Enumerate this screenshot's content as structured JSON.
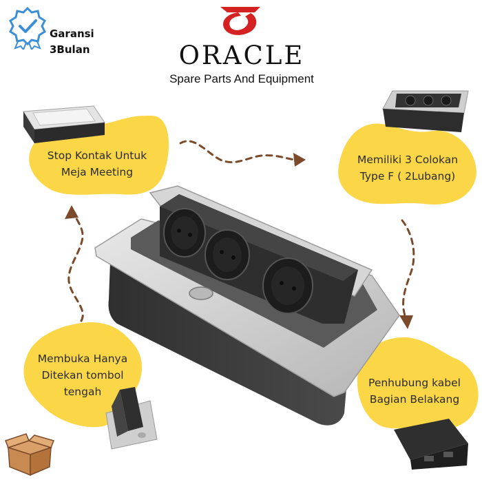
{
  "colors": {
    "blob_yellow": "#fbd647",
    "brand_red": "#d42222",
    "badge_blue": "#3a8fd6",
    "arrow_brown": "#7a4a2b",
    "aluminium": "#cfcfcf",
    "housing": "#3a3a3a"
  },
  "warranty": {
    "icon": "verified-badge-icon",
    "line1": "Garansi",
    "line2": "3Bulan"
  },
  "brand": {
    "logo_icon": "oracle-logo-icon",
    "name": "ORACLE",
    "tagline": "Spare Parts And Equipment"
  },
  "callouts": {
    "top_left": {
      "line1": "Stop Kontak Untuk",
      "line2": "Meja Meeting"
    },
    "top_right": {
      "line1": "Memiliki 3 Colokan",
      "line2": "Type F ( 2Lubang)"
    },
    "bottom_left": {
      "line1": "Membuka Hanya",
      "line2": "Ditekan tombol",
      "line3": "tengah"
    },
    "bottom_right": {
      "line1": "Penhubung kabel",
      "line2": "Bagian Belakang"
    }
  },
  "corner_icon": "cardboard-box-icon"
}
